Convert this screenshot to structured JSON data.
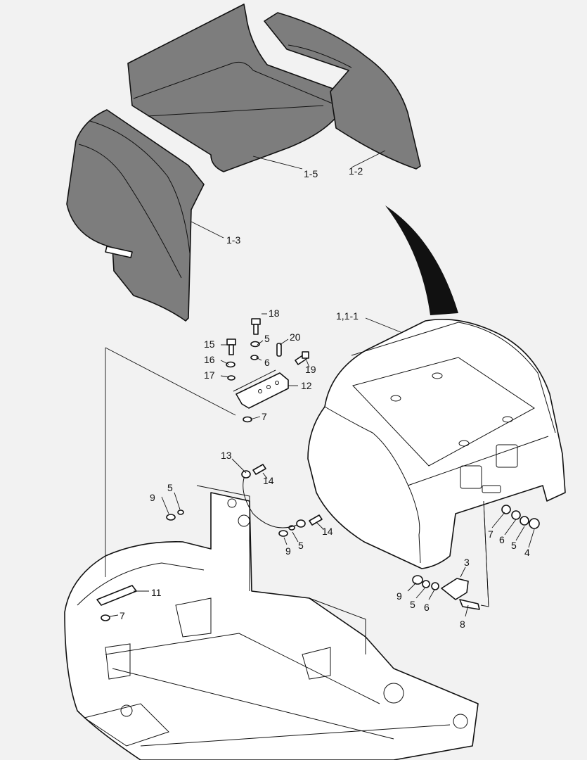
{
  "callouts": {
    "c1_5": "1-5",
    "c1_2": "1-2",
    "c1_3": "1-3",
    "c1_1_1": "1,1-1",
    "c18": "18",
    "c5a": "5",
    "c20": "20",
    "c15": "15",
    "c16": "16",
    "c6a": "6",
    "c19": "19",
    "c17": "17",
    "c12": "12",
    "c7a": "7",
    "c13": "13",
    "c14a": "14",
    "c5b": "5",
    "c9a": "9",
    "c14b": "14",
    "c9b": "9",
    "c5c": "5",
    "c7b": "7",
    "c6b": "6",
    "c5d": "5",
    "c4": "4",
    "c3": "3",
    "c11": "11",
    "c9c": "9",
    "c5e": "5",
    "c6c": "6",
    "c8": "8",
    "c7c": "7"
  },
  "colors": {
    "background": "#f2f2f2",
    "pad_fill": "#7d7d7d",
    "line": "#111111",
    "part_fill": "#ffffff"
  }
}
